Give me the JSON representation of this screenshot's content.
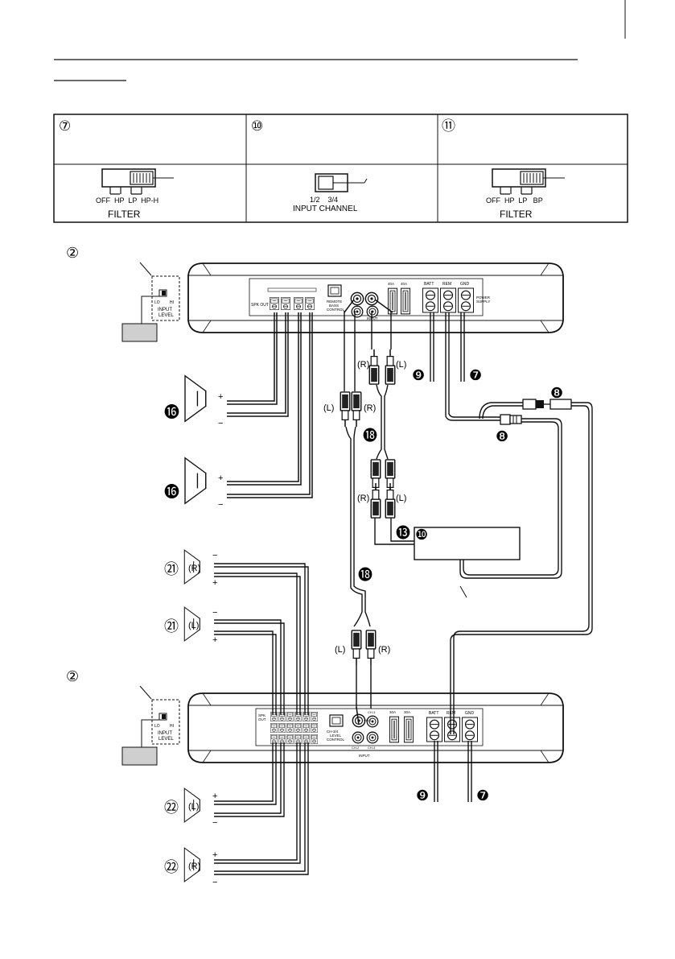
{
  "table": {
    "col1_num": "⑦",
    "col2_num": "⑩",
    "col3_num": "⑪",
    "col1_ticks": "OFF  HP  LP  HP-H",
    "col1_label": "FILTER",
    "col2_ticks": "1/2    3/4",
    "col2_label": "INPUT CHANNEL",
    "col3_ticks": "OFF  HP  LP   BP",
    "col3_label": "FILTER"
  },
  "amp1": {
    "num": "②",
    "spk_out": "SPK OUT",
    "remote": [
      "REMOTE",
      "BASS",
      "CONTROL"
    ],
    "input": "INPUT",
    "batt": "BATT",
    "rem": "REM",
    "gnd": "GND",
    "power_supply": [
      "POWER",
      "SUPPLY"
    ],
    "fuse": "40A",
    "level_lo": "LO",
    "level_hi": "HI",
    "level": [
      "INPUT",
      "LEVEL"
    ]
  },
  "amp2": {
    "num": "②",
    "spk_out": [
      "SPK",
      "OUT"
    ],
    "level_control": [
      "CH-3/4",
      "LEVEL",
      "CONTROL"
    ],
    "input": "INPUT",
    "ch": [
      "CH-1",
      "CH-2",
      "CH-3",
      "CH-4"
    ],
    "batt": "BATT",
    "rem": "REM",
    "gnd": "GND",
    "fuse": "30A",
    "level_lo": "LO",
    "level_hi": "HI",
    "level": [
      "INPUT",
      "LEVEL"
    ]
  },
  "wiring": {
    "n7": "❼",
    "n8": "❽",
    "n9": "❾",
    "n10": "❿",
    "n13": "⓭",
    "n16": "⓰",
    "n18": "⓲",
    "n21": "㉑",
    "n22": "㉒",
    "left": "(L)",
    "right": "(R)",
    "plus": "+",
    "minus": "−"
  }
}
